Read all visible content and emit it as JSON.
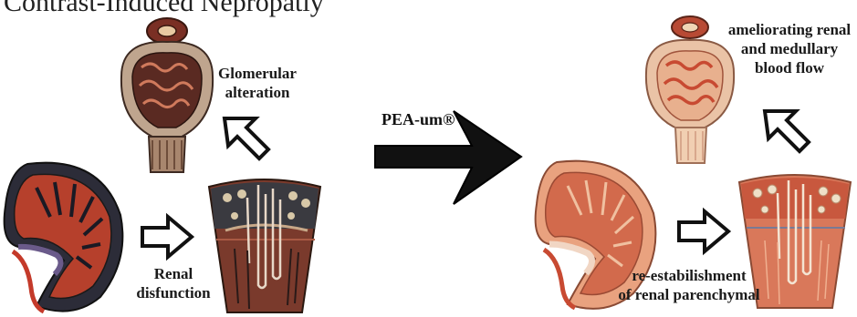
{
  "title": "Contrast-Induced Nepropatiy",
  "left_panel": {
    "glomerular_label": [
      "Glomerular",
      "alteration"
    ],
    "renal_label": [
      "Renal",
      "disfunction"
    ]
  },
  "center": {
    "treatment_label": "PEA-um®"
  },
  "right_panel": {
    "flow_label": [
      "ameliorating renal",
      "and medullary",
      "blood flow"
    ],
    "parenchyma_label": [
      "re-estabilishment",
      "of renal parenchymal"
    ]
  },
  "colors": {
    "tissue_dark": "#8a3a2c",
    "tissue_mid": "#c4583e",
    "tissue_light": "#e9a27f",
    "cortex_dark": "#2a2a35",
    "arrow": "#111111"
  }
}
